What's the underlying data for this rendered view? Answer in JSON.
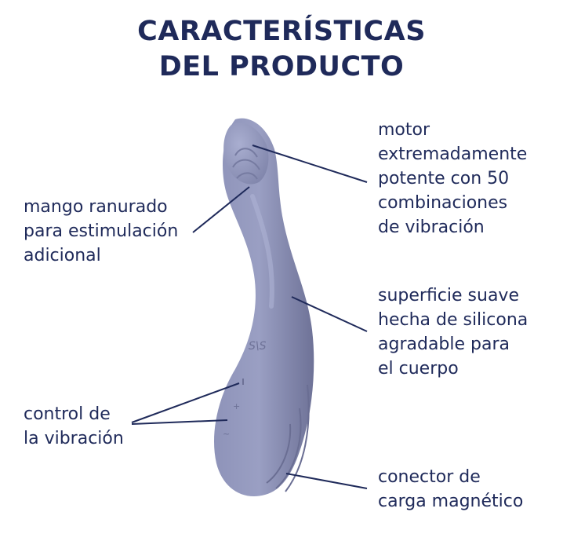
{
  "title": {
    "line1": "CARACTERÍSTICAS",
    "line2": "DEL PRODUCTO"
  },
  "features": {
    "motor": [
      "motor",
      "extremadamente",
      "potente con 50",
      "combinaciones",
      "de vibración"
    ],
    "handle": [
      "mango ranurado",
      "para estimulación",
      "adicional"
    ],
    "surface": [
      "superficie suave",
      "hecha de silicona",
      "agradable para",
      "el cuerpo"
    ],
    "control": [
      "control de",
      "la vibración"
    ],
    "charger": [
      "conector de",
      "carga magnético"
    ]
  },
  "device_logo": "S\\S",
  "colors": {
    "text": "#1f2a5a",
    "device": "#8a8fb5",
    "device_shadow": "#6f7399",
    "device_highlight": "#a6abcd",
    "line": "#1f2a5a"
  }
}
